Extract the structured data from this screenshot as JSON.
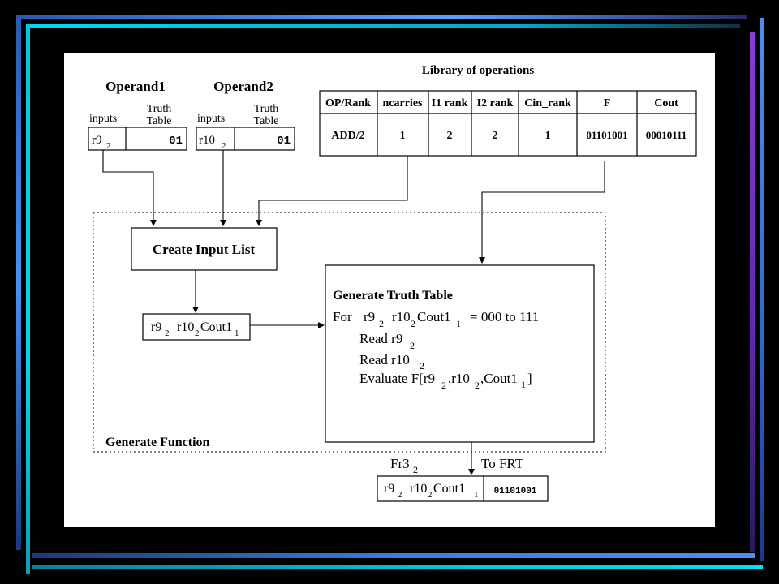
{
  "colors": {
    "background": "#000000",
    "panel": "#ffffff",
    "frame_blue": "#3a7fd8",
    "frame_cyan": "#00c8d8",
    "frame_purple": "#8a3ad8"
  },
  "operand1": {
    "title": "Operand1",
    "inputs_label": "inputs",
    "truth_label_1": "Truth",
    "truth_label_2": "Table",
    "input_name": "r9",
    "input_sub": "2",
    "truth_value": "01"
  },
  "operand2": {
    "title": "Operand2",
    "inputs_label": "inputs",
    "truth_label_1": "Truth",
    "truth_label_2": "Table",
    "input_name": "r10",
    "input_sub": "2",
    "truth_value": "01"
  },
  "library": {
    "title": "Library of operations",
    "headers": [
      "OP/Rank",
      "ncarries",
      "I1 rank",
      "I2 rank",
      "Cin_rank",
      "F",
      "Cout"
    ],
    "row": [
      "ADD/2",
      "1",
      "2",
      "2",
      "1",
      "01101001",
      "00010111"
    ]
  },
  "create_input_list": {
    "label": "Create Input List"
  },
  "input_list": {
    "r9": "r9",
    "r9_sub": "2",
    "r10": "r10",
    "r10_sub": "2",
    "cout": "Cout1",
    "cout_sub": "1"
  },
  "generate_truth_table": {
    "title": "Generate Truth Table",
    "for_word": "For",
    "r9": "r9",
    "r9_sub": "2",
    "r10": "r10",
    "r10_sub": "2",
    "cout": "Cout1",
    "cout_sub": "1",
    "range": "= 000 to 111",
    "read1": "Read r9",
    "read1_sub": "2",
    "read2": "Read r10",
    "read2_sub": "2",
    "eval_prefix": "Evaluate F[r9",
    "eval_sub1": "2",
    "eval_mid": ",r10",
    "eval_sub2": "2",
    "eval_mid2": ",Cout1",
    "eval_sub3": "1",
    "eval_end": "]"
  },
  "generate_function": {
    "label": "Generate Function"
  },
  "output": {
    "fr_name": "Fr3",
    "fr_sub": "2",
    "to_frt": "To FRT",
    "r9": "r9",
    "r9_sub": "2",
    "r10": "r10",
    "r10_sub": "2",
    "cout": "Cout1",
    "cout_sub": "1",
    "truth_value": "01101001"
  }
}
